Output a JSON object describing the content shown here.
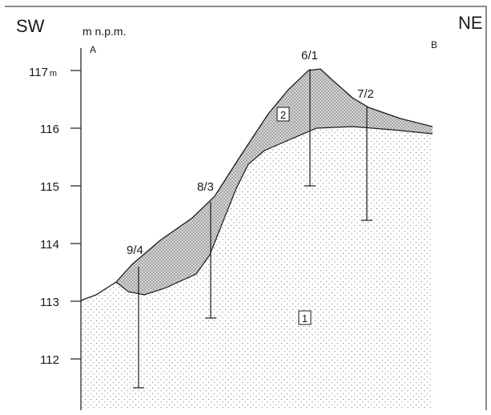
{
  "directions": {
    "left": "SW",
    "right": "NE"
  },
  "profile_points": {
    "start": "A",
    "end": "B"
  },
  "vertical_axis": {
    "unit_label": "m n.p.m.",
    "ticks": [
      {
        "value": "117",
        "unit": "m"
      },
      {
        "value": "116",
        "unit": ""
      },
      {
        "value": "115",
        "unit": ""
      },
      {
        "value": "114",
        "unit": ""
      },
      {
        "value": "113",
        "unit": ""
      },
      {
        "value": "112",
        "unit": ""
      }
    ]
  },
  "boreholes": [
    {
      "label": "9/4",
      "bottom_elevation": 111.5
    },
    {
      "label": "8/3",
      "bottom_elevation": 112.7
    },
    {
      "label": "6/1",
      "bottom_elevation": 115.0
    },
    {
      "label": "7/2",
      "bottom_elevation": 114.4
    }
  ],
  "layers": [
    {
      "label": "1",
      "pattern": "dotted"
    },
    {
      "label": "2",
      "pattern": "cross-hatched"
    }
  ],
  "colors": {
    "line": "#1a1a1a",
    "layer1_dots": "#555555",
    "layer2_hatch": "#777777",
    "layer2_fill": "#d6d6d6"
  }
}
